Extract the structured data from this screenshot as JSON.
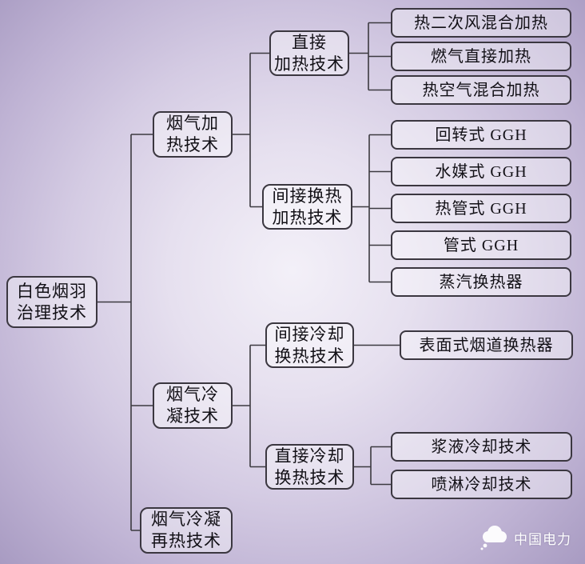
{
  "diagram": {
    "root": {
      "label": "白色烟羽\n治理技术"
    },
    "branches": [
      {
        "label": "烟气加\n热技术",
        "children": [
          {
            "label": "直接\n加热技术",
            "leaves": [
              "热二次风混合加热",
              "燃气直接加热",
              "热空气混合加热"
            ]
          },
          {
            "label": "间接换热\n加热技术",
            "leaves": [
              "回转式 GGH",
              "水媒式 GGH",
              "热管式 GGH",
              "管式 GGH",
              "蒸汽换热器"
            ]
          }
        ]
      },
      {
        "label": "烟气冷\n凝技术",
        "children": [
          {
            "label": "间接冷却\n换热技术",
            "leaves": [
              "表面式烟道换热器"
            ]
          },
          {
            "label": "直接冷却\n换热技术",
            "leaves": [
              "浆液冷却技术",
              "喷淋冷却技术"
            ]
          }
        ]
      },
      {
        "label": "烟气冷凝\n再热技术",
        "children": []
      }
    ],
    "watermark": {
      "label": "中国电力"
    },
    "colors": {
      "box_border": "#3b3740",
      "box_fill": "rgba(255,255,255,0.38)",
      "line": "#3c3a40",
      "background_center": "#f3f0f8",
      "background_edge": "#a89bc2",
      "text": "#121016",
      "watermark_text": "#ffffff"
    }
  }
}
